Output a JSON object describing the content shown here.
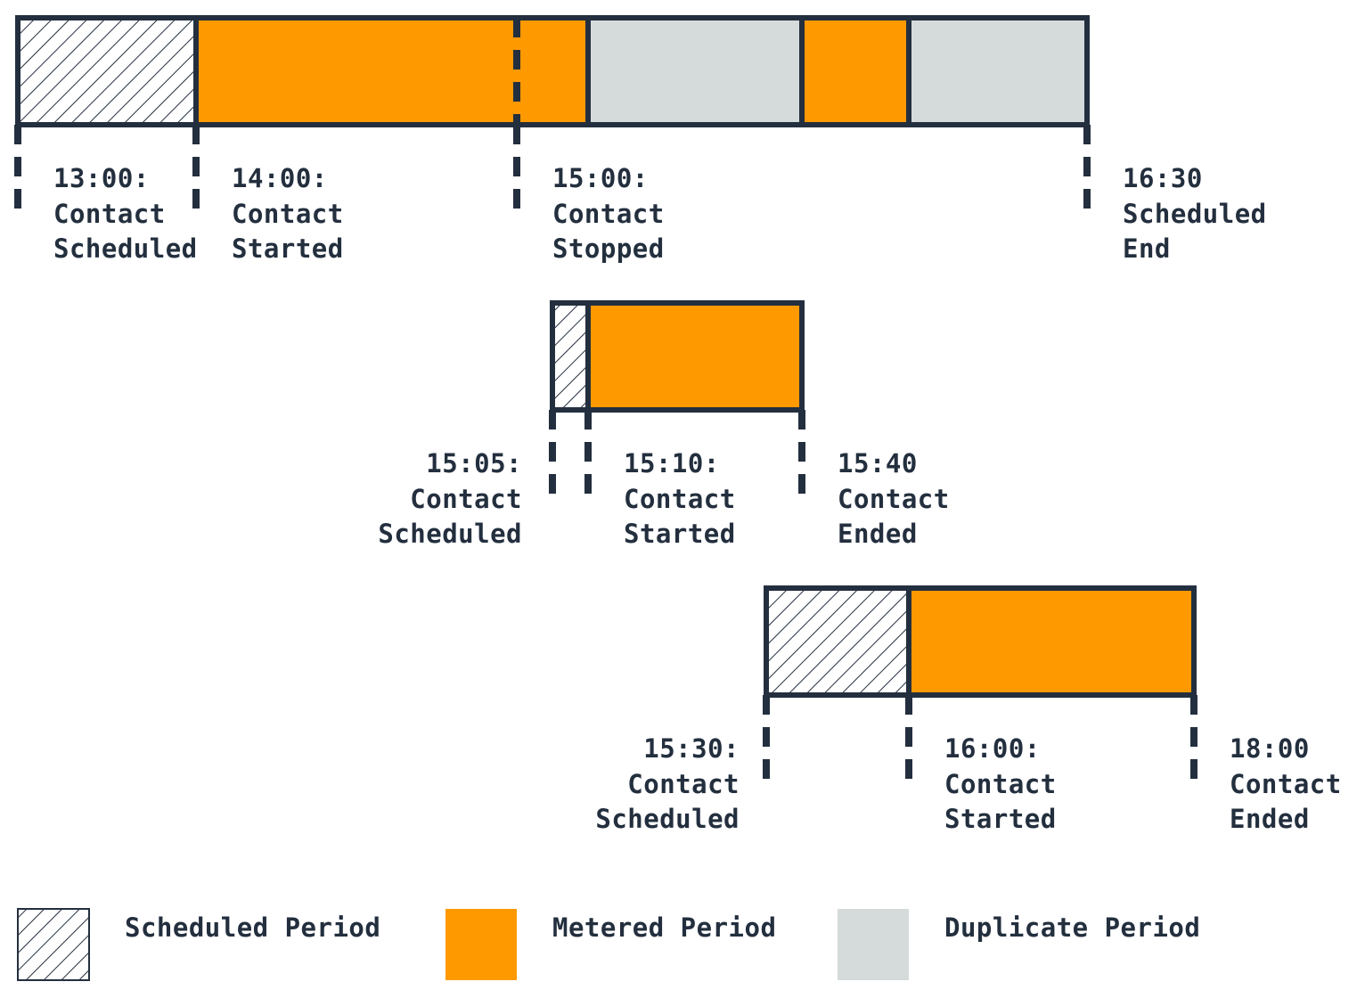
{
  "colors": {
    "outline": "#232f3e",
    "metered": "#ff9900",
    "duplicate": "#d5dbdb",
    "hatch": "#232f3e",
    "background": "#ffffff"
  },
  "timelines": [
    {
      "name": "contact-1",
      "segments": [
        {
          "type": "scheduled",
          "start": "13:00",
          "end": "14:00"
        },
        {
          "type": "metered",
          "start": "14:00",
          "end": "15:10"
        },
        {
          "type": "duplicate",
          "start": "15:10",
          "end": "15:40"
        },
        {
          "type": "metered",
          "start": "15:40",
          "end": "16:00"
        },
        {
          "type": "duplicate",
          "start": "16:00",
          "end": "16:30"
        }
      ],
      "markers": [
        {
          "time": "13:00:",
          "label": [
            "Contact",
            "Scheduled"
          ]
        },
        {
          "time": "14:00:",
          "label": [
            "Contact",
            "Started"
          ]
        },
        {
          "time": "15:00:",
          "label": [
            "Contact",
            "Stopped"
          ]
        },
        {
          "time": "16:30",
          "label": [
            "Scheduled",
            "End"
          ]
        }
      ]
    },
    {
      "name": "contact-2",
      "segments": [
        {
          "type": "scheduled",
          "start": "15:05",
          "end": "15:10"
        },
        {
          "type": "metered",
          "start": "15:10",
          "end": "15:40"
        }
      ],
      "markers": [
        {
          "time": "15:05:",
          "label": [
            "Contact",
            "Scheduled"
          ]
        },
        {
          "time": "15:10:",
          "label": [
            "Contact",
            "Started"
          ]
        },
        {
          "time": "15:40",
          "label": [
            "Contact",
            "Ended"
          ]
        }
      ]
    },
    {
      "name": "contact-3",
      "segments": [
        {
          "type": "scheduled",
          "start": "15:30",
          "end": "16:00"
        },
        {
          "type": "metered",
          "start": "16:00",
          "end": "18:00"
        }
      ],
      "markers": [
        {
          "time": "15:30:",
          "label": [
            "Contact",
            "Scheduled"
          ]
        },
        {
          "time": "16:00:",
          "label": [
            "Contact",
            "Started"
          ]
        },
        {
          "time": "18:00",
          "label": [
            "Contact",
            "Ended"
          ]
        }
      ]
    }
  ],
  "legend": {
    "scheduled": "Scheduled Period",
    "metered": "Metered Period",
    "duplicate": "Duplicate Period"
  }
}
